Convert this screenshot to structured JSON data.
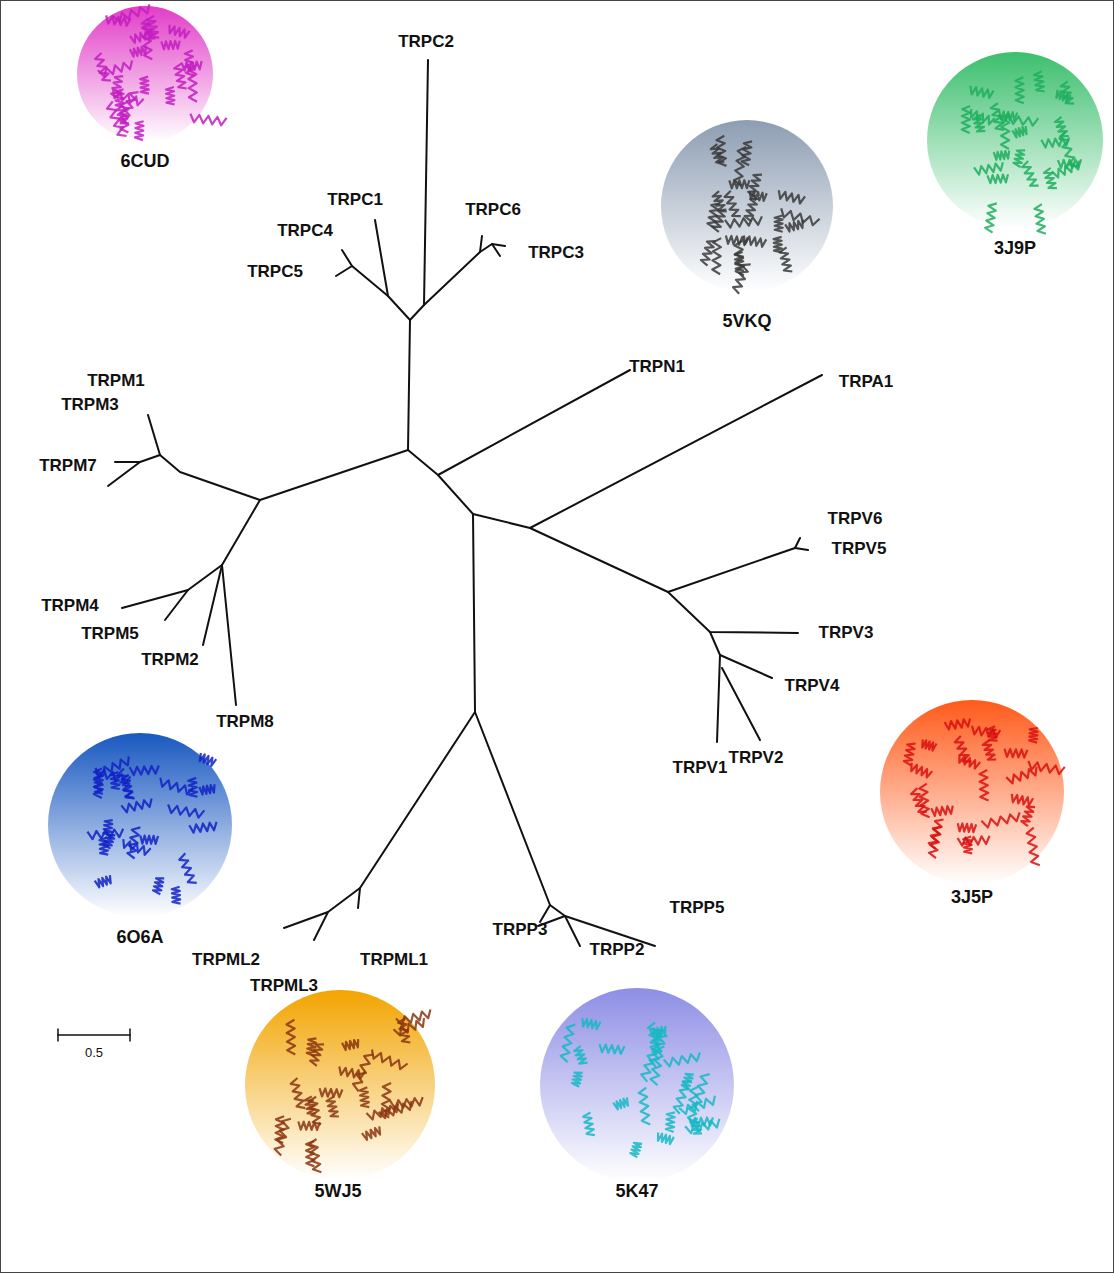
{
  "diagram": {
    "labels": [
      "TRPC2",
      "TRPC1",
      "TRPC6",
      "TRPC4",
      "TRPC3",
      "TRPC5",
      "6CUD",
      "5VKQ",
      "3J9P",
      "TRPN1",
      "TRPA1",
      "TRPM1",
      "TRPM3",
      "TRPM7",
      "TRPV6",
      "TRPV5",
      "TRPV3",
      "TRPM4",
      "TRPM5",
      "TRPM2",
      "TRPV4",
      "TRPM8",
      "TRPV2",
      "TRPV1",
      "6O6A",
      "3J5P",
      "TRPP5",
      "TRPP3",
      "TRPP2",
      "TRPML2",
      "TRPML1",
      "TRPML3",
      "0.5",
      "5WJ5",
      "5K47"
    ]
  }
}
